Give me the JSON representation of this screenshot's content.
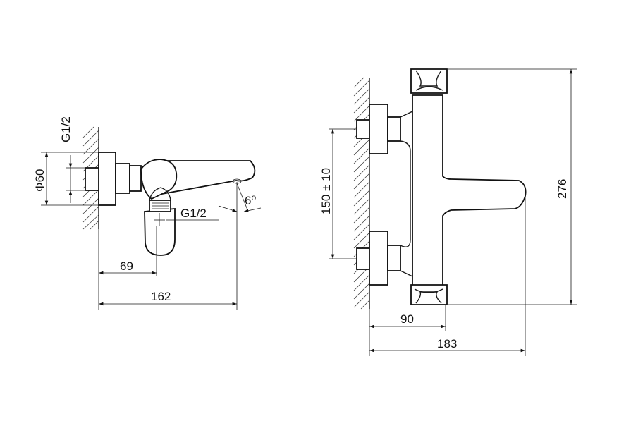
{
  "side_view": {
    "dim_diameter": "Φ60",
    "dim_inlet_thread": "G1/2",
    "dim_outlet_thread": "G1/2",
    "dim_angle": "6",
    "dim_angle_unit": "o",
    "dim_body_depth": "69",
    "dim_total_depth": "162"
  },
  "front_view": {
    "dim_inlet_spacing": "150 ± 10",
    "dim_height": "276",
    "dim_body_depth": "90",
    "dim_total_depth": "183"
  }
}
